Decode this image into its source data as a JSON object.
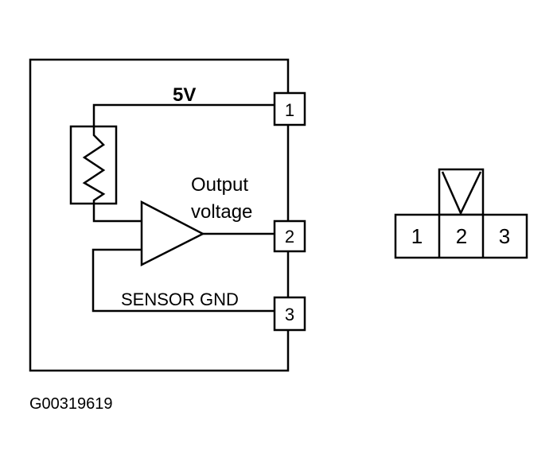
{
  "labels": {
    "supply": "5V",
    "output_line1": "Output",
    "output_line2": "voltage",
    "ground": "SENSOR GND",
    "figure_id": "G00319619"
  },
  "sensor_pins": [
    "1",
    "2",
    "3"
  ],
  "connector_pins": [
    "1",
    "2",
    "3"
  ]
}
